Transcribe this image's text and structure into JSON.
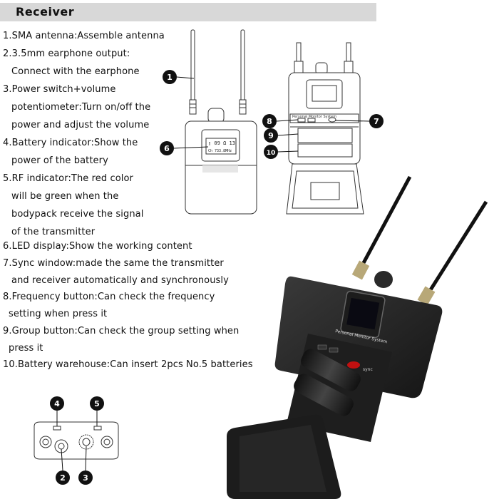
{
  "header": {
    "title": "Receiver"
  },
  "description_lines": [
    "1.SMA antenna:Assemble antenna",
    "2.3.5mm earphone output:",
    "  Connect with the earphone",
    "3.Power switch+volume",
    "   potentiometer:Turn on/off the",
    "   power and adjust the volume",
    "4.Battery indicator:Show the",
    "   power of the battery",
    "5.RF indicator:The red color",
    "   will be green when the",
    "   bodypack receive the signal",
    "   of the transmitter",
    "6.LED display:Show the working content",
    "7.Sync window:made the same the transmitter",
    "   and receiver automatically and synchronously",
    "8.Frequency button:Can check the frequency",
    "  setting when press it",
    "9.Group button:Can check the group setting when",
    "  press it",
    "10.Battery warehouse:Can insert 2pcs No.5 batteries"
  ],
  "callouts": [
    "1",
    "2",
    "3",
    "4",
    "5",
    "6",
    "7",
    "8",
    "9",
    "10"
  ],
  "device_labels": {
    "front_panel": "Personal Monitor System",
    "lcd_line1": "▯ 09 Ω 13",
    "lcd_line2": "Ch 733.8MHz",
    "sync_label": "sync"
  }
}
